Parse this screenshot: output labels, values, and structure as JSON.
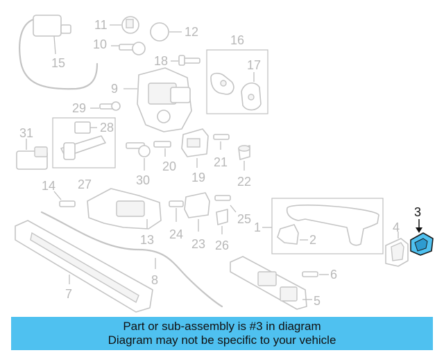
{
  "diagram": {
    "callouts": [
      "1",
      "2",
      "3",
      "4",
      "5",
      "6",
      "7",
      "8",
      "9",
      "10",
      "11",
      "12",
      "13",
      "14",
      "15",
      "16",
      "17",
      "18",
      "19",
      "20",
      "21",
      "22",
      "23",
      "24",
      "25",
      "26",
      "27",
      "28",
      "29",
      "30",
      "31"
    ],
    "highlighted_part": "3",
    "highlight_color": "#4fc1f0",
    "line_color": "#c4c4c4"
  },
  "banner": {
    "line1": "Part or sub-assembly is #3 in diagram",
    "line2": "Diagram may not be specific to your vehicle",
    "background": "#4fc1f0"
  }
}
